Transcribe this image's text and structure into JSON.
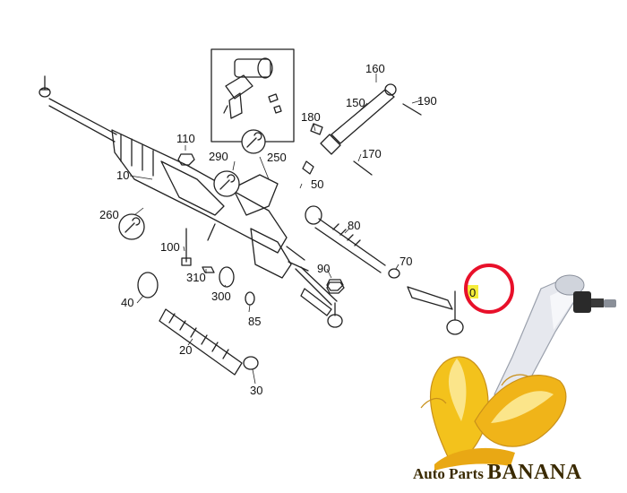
{
  "diagram": {
    "part_numbers": [
      "160",
      "190",
      "150",
      "180",
      "110",
      "170",
      "290",
      "250",
      "10",
      "50",
      "80",
      "260",
      "100",
      "70",
      "310",
      "90",
      "300",
      "40",
      "85",
      "20",
      "30",
      "0"
    ]
  },
  "brand": {
    "prefix": "Auto Parts",
    "name": "BANANA"
  },
  "colors": {
    "highlight_ring": "#e8102a",
    "highlight_fill": "#f5ec3a",
    "banana_yellow": "#f3c21c",
    "banana_dark": "#c8901a",
    "line": "#222222"
  }
}
